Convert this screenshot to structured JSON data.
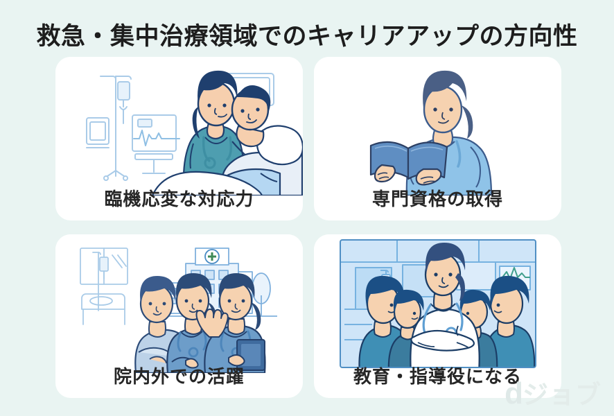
{
  "page": {
    "background_color": "#e9f4f2",
    "title": "救急・集中治療領域でのキャリアアップの方向性"
  },
  "cards": [
    {
      "id": "card-adaptability",
      "label": "臨機応変な対応力",
      "illustration": "nurse-attending-patient-in-hospital-bed",
      "accent_color": "#4e9eb0"
    },
    {
      "id": "card-certification",
      "label": "専門資格の取得",
      "illustration": "nurse-reading-textbook",
      "accent_color": "#8fc3e8"
    },
    {
      "id": "card-activity",
      "label": "院内外での活躍",
      "illustration": "nurses-with-patient-and-hospital-building",
      "accent_color": "#6d9dc9"
    },
    {
      "id": "card-mentoring",
      "label": "教育・指導役になる",
      "illustration": "senior-nurse-teaching-junior-staff",
      "accent_color": "#2f6fa8"
    }
  ],
  "watermark": {
    "mark": "d",
    "text": "ジョブ"
  }
}
